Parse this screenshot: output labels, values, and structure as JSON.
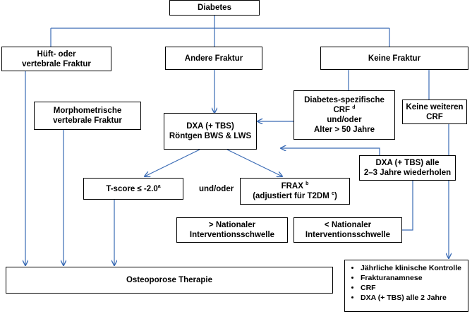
{
  "nodes": {
    "diabetes": "Diabetes",
    "hueft_line1": "Hüft- oder",
    "hueft_line2": "vertebrale Fraktur",
    "andere": "Andere Fraktur",
    "keine": "Keine Fraktur",
    "morpho_line1": "Morphometrische",
    "morpho_line2": "vertebrale Fraktur",
    "crf_line1": "Diabetes-spezifische",
    "crf_line2": "CRF",
    "crf_sup": "d",
    "crf_line3": "und/oder",
    "crf_line4": "Alter > 50 Jahre",
    "keine_weiteren_line1": "Keine weiteren",
    "keine_weiteren_line2": "CRF",
    "dxa_line1": "DXA (+ TBS)",
    "dxa_line2": "Röntgen BWS & LWS",
    "dxa_repeat_line1": "DXA (+ TBS) alle",
    "dxa_repeat_line2": "2–3 Jahre wiederholen",
    "tscore": "T-score ≤ -2.0",
    "tscore_sup": "a",
    "und_oder": "und/oder",
    "frax_line1": "FRAX",
    "frax_sup": "b",
    "frax_line2_pre": "(adjustiert für T2DM",
    "frax_line2_sup": "c",
    "frax_line2_post": ")",
    "above_line1": "> Nationaler",
    "above_line2": "Interventionsschwelle",
    "below_line1": "< Nationaler",
    "below_line2": "Interventionsschwelle",
    "therapie": "Osteoporose Therapie"
  },
  "followup": {
    "items": [
      "Jährliche klinische Kontrolle",
      "Frakturanamnese",
      "CRF",
      "DXA (+ TBS) alle 2 Jahre"
    ]
  },
  "colors": {
    "connector": "#3a6bb5",
    "border": "#000000"
  }
}
